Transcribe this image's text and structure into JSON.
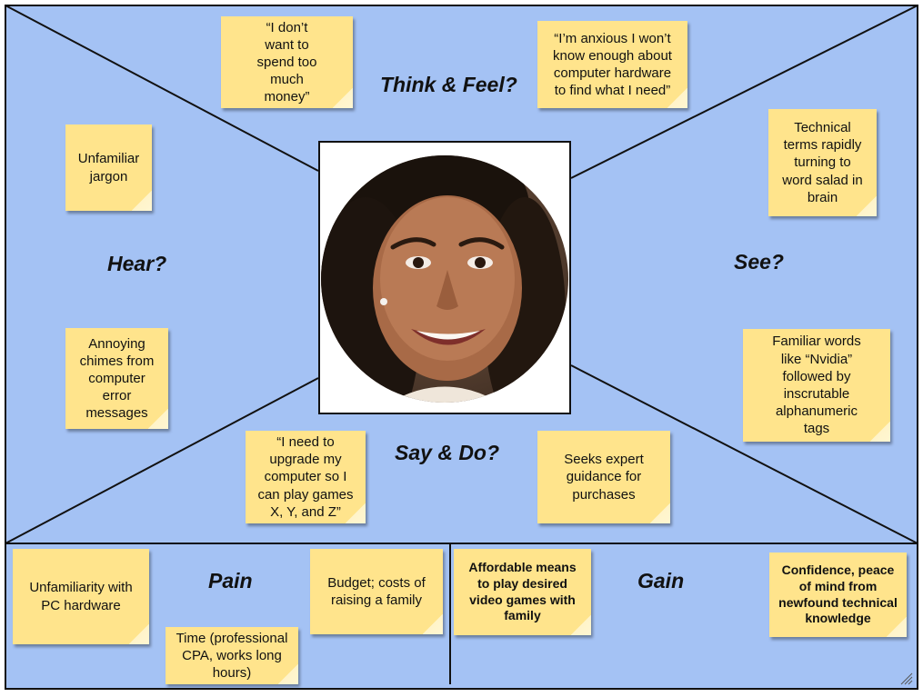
{
  "sections": {
    "think_feel": "Think & Feel?",
    "hear": "Hear?",
    "see": "See?",
    "say_do": "Say & Do?",
    "pain": "Pain",
    "gain": "Gain"
  },
  "notes": {
    "think_1": "“I don’t\nwant to\nspend too\nmuch\nmoney”",
    "think_2": "“I’m anxious I won’t\nknow enough about\ncomputer hardware\nto find what I need”",
    "hear_1": "Unfamiliar\njargon",
    "hear_2": "Annoying\nchimes from\ncomputer\nerror\nmessages",
    "see_1": "Technical\nterms rapidly\nturning to\nword salad in\nbrain",
    "see_2": "Familiar words\nlike “Nvidia”\nfollowed by\ninscrutable\nalphanumeric\ntags",
    "say_1": "“I need to\nupgrade my\ncomputer so I\ncan play games\nX, Y, and Z”",
    "say_2": "Seeks expert\nguidance for\npurchases",
    "pain_1": "Unfamiliarity with\nPC hardware",
    "pain_2": "Budget; costs of\nraising a family",
    "pain_3": "Time (professional\nCPA, works long\nhours)",
    "gain_1": "Affordable means\nto play desired\nvideo games with\nfamily",
    "gain_2": "Confidence, peace\nof mind from\nnewfound technical\nknowledge"
  },
  "colors": {
    "board_background": "#A4C2F4",
    "note_yellow": "#FFE48C",
    "line": "#111111"
  },
  "icons": {
    "persona_photo": "smiling-woman-portrait"
  }
}
